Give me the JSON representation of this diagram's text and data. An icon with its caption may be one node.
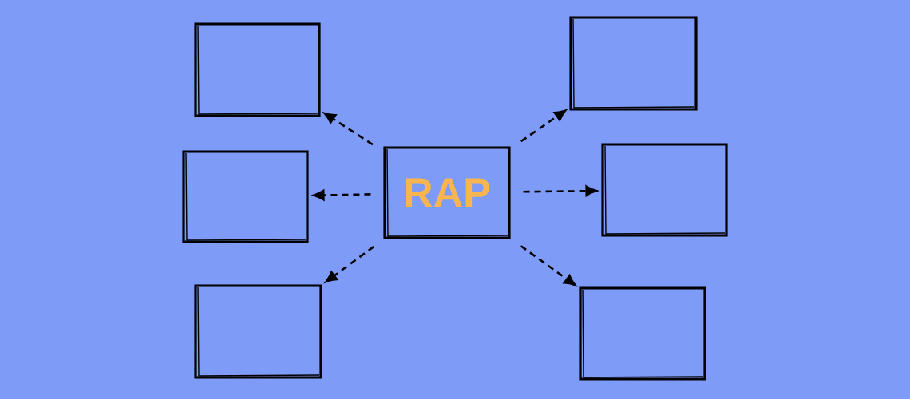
{
  "diagram": {
    "nodes": [
      {
        "text": [],
        "shape": "box"
      },
      {
        "text": [],
        "shape": "box"
      },
      {
        "text": [],
        "shape": "box"
      },
      {
        "text": [
          "RAP"
        ]
      },
      {
        "text": [],
        "shape": "box"
      },
      {
        "text": [],
        "shape": "box"
      },
      {
        "text": [],
        "shape": "box"
      }
    ],
    "edges": [
      {
        "from": 3,
        "to": 0,
        "arrow": "to",
        "style": "dashed"
      },
      {
        "from": 3,
        "to": 1,
        "arrow": "to",
        "style": "dashed"
      },
      {
        "from": 3,
        "to": 2,
        "arrow": "to",
        "style": "dashed"
      },
      {
        "from": 3,
        "to": 4,
        "arrow": "to",
        "style": "dashed"
      },
      {
        "from": 3,
        "to": 5,
        "arrow": "to",
        "style": "dashed"
      },
      {
        "from": 3,
        "to": 6,
        "arrow": "to",
        "style": "dashed"
      }
    ]
  }
}
